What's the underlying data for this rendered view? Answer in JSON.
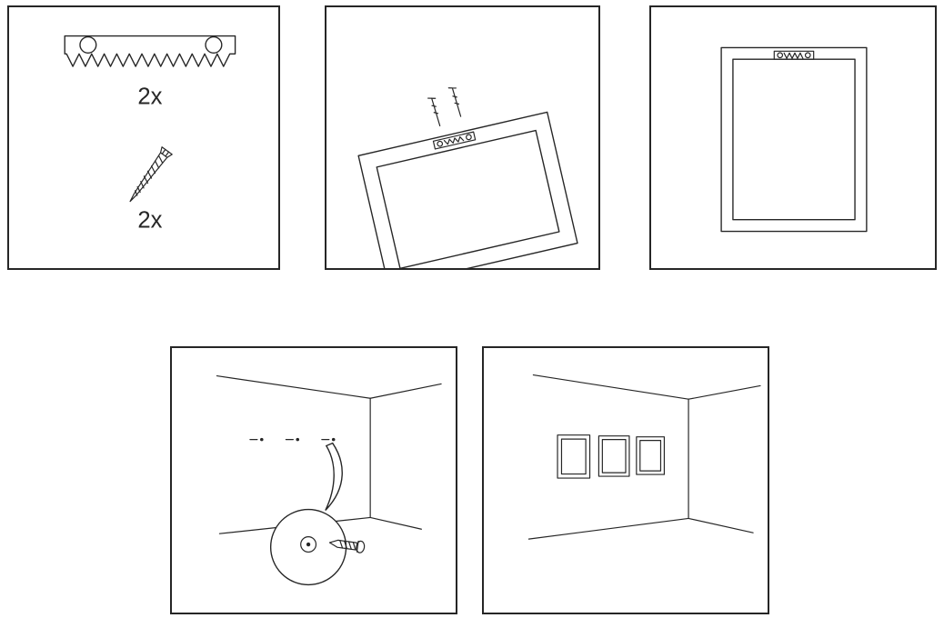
{
  "canvas": {
    "background": "#ffffff",
    "line_color": "#262626"
  },
  "panels": [
    {
      "id": "parts-overview",
      "name": "included-hardware",
      "quantities": {
        "sawtooth_hanger": "2x",
        "screw": "2x"
      }
    },
    {
      "id": "attach-hanger",
      "name": "screw-sawtooth-hanger-to-frame-back"
    },
    {
      "id": "frame-ready",
      "name": "frame-with-hanger-attached"
    },
    {
      "id": "wall-screws",
      "name": "drive-screws-into-wall-at-marks"
    },
    {
      "id": "hang-frames",
      "name": "three-frames-hung-on-wall"
    }
  ]
}
